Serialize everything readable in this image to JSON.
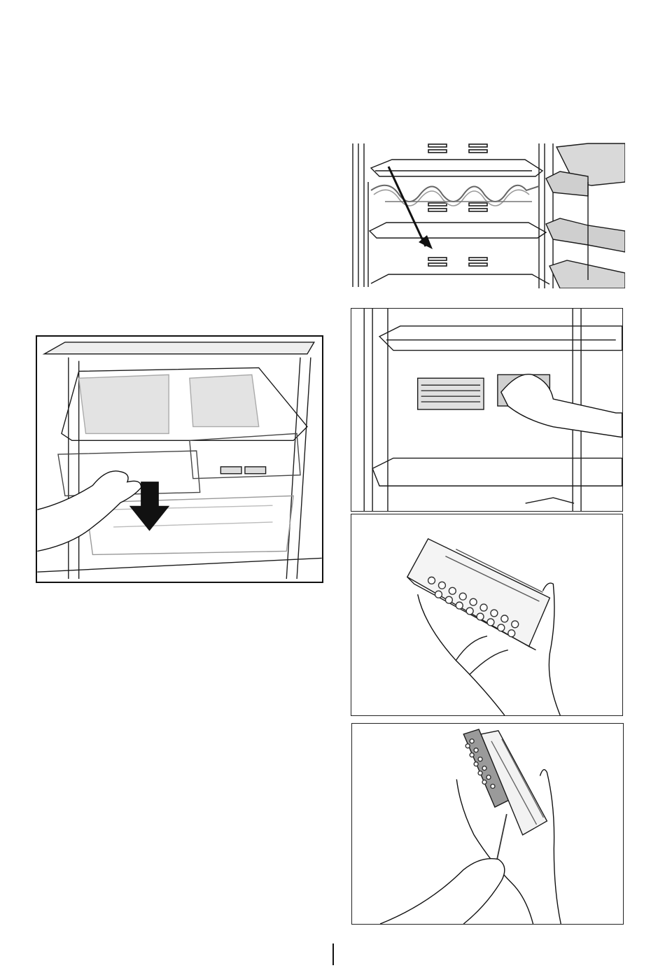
{
  "figures": [
    {
      "id": "fig-shelf-wine-rack",
      "icon": "shelf-removal-illustration"
    },
    {
      "id": "fig-crisper-drawer",
      "icon": "drawer-pull-illustration"
    },
    {
      "id": "fig-filter-removal",
      "icon": "filter-removal-illustration"
    },
    {
      "id": "fig-filter-in-hand",
      "icon": "filter-cartridge-illustration"
    },
    {
      "id": "fig-filter-opening",
      "icon": "filter-open-illustration"
    }
  ],
  "colors": {
    "line": "#1a1a1a",
    "shade": "#bdbdbd",
    "light": "#e6e6e6",
    "arrow": "#111111"
  }
}
